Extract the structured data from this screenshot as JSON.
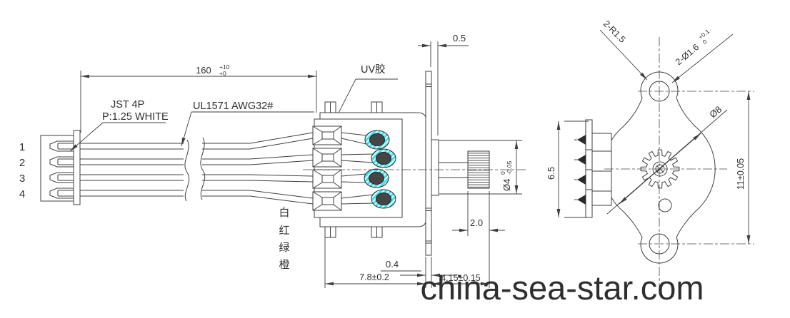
{
  "drawing": {
    "watermark": "china-sea-star.com",
    "connector": {
      "pins": [
        "1",
        "2",
        "3",
        "4"
      ],
      "type_label": "JST 4P",
      "pitch_label": "P:1.25 WHITE"
    },
    "cable": {
      "spec_label": "UL1571 AWG32#",
      "wire_colors": [
        "白",
        "红",
        "绿",
        "橙"
      ]
    },
    "glue_label": "UV胶",
    "dims": {
      "cable_length": {
        "v": "160",
        "tu": "+10",
        "tl": "+0"
      },
      "flange_gap": "0.5",
      "shaft_dia": {
        "v": "Ø4",
        "tu": "0",
        "tl": "-0.05"
      },
      "gear_width": "2.0",
      "flange_thk": "0.4",
      "body_depth": "7.8±0.2",
      "shaft_len": "4.15±0.15",
      "ear_radius": "2-R1.5",
      "hole_dia": {
        "v": "2-Ø1.6",
        "tu": "+0.1",
        "tl": "0"
      },
      "body_dia": "Ø8",
      "block_width": "6.5",
      "hole_pitch": "11±0.05"
    },
    "colors": {
      "uv_glue": "#43e3ec",
      "solder": "#454545",
      "line_work": "#3f3f3f",
      "watermark_text": "#151515"
    }
  }
}
